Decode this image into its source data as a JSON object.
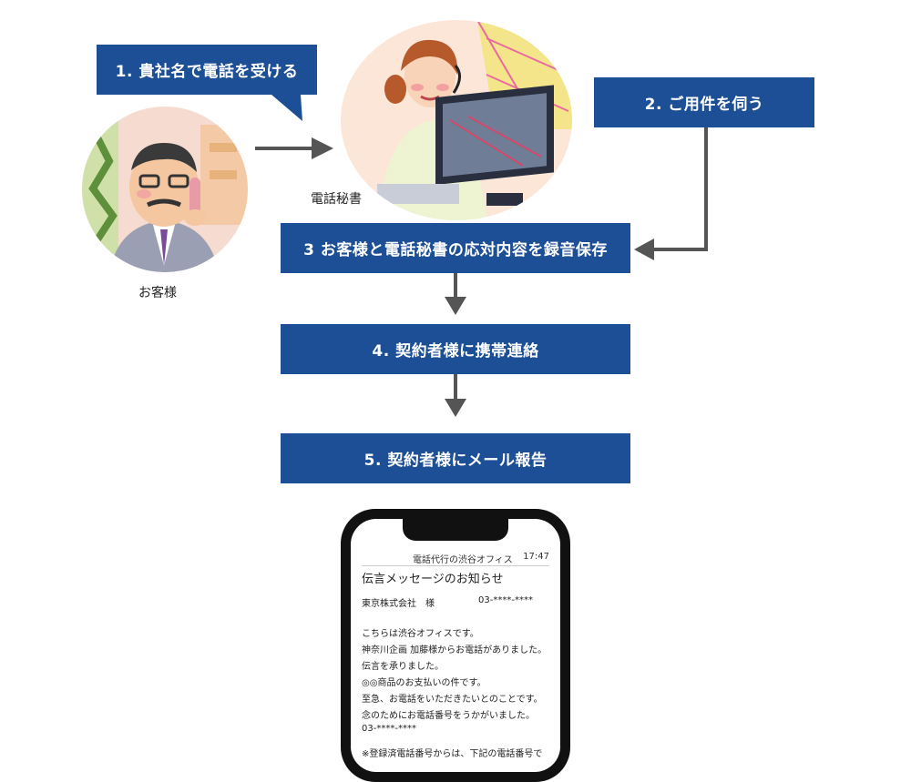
{
  "steps": {
    "step1": "1. 貴社名で電話を受ける",
    "step2": "2. ご用件を伺う",
    "step3": "3 お客様と電話秘書の応対内容を録音保存",
    "step4": "4. 契約者様に携帯連絡",
    "step5": "5. 契約者様にメール報告"
  },
  "labels": {
    "secretary": "電話秘書",
    "customer": "お客様"
  },
  "phone": {
    "sender": "電話代行の渋谷オフィス",
    "time": "17:47",
    "title": "伝言メッセージのお知らせ",
    "recipient": "東京株式会社　様",
    "recipient_phone": "03-****-****",
    "lines": [
      "こちらは渋谷オフィスです。",
      "神奈川企画 加藤様からお電話がありました。",
      "伝言を承りました。",
      "◎◎商品のお支払いの件です。",
      "至急、お電話をいただきたいとのことです。",
      "念のためにお電話番号をうかがいました。",
      "03-****-****",
      "※登録済電話番号からは、下記の電話番号で"
    ]
  },
  "colors": {
    "box": "#1c4f95",
    "arrow": "#555555"
  }
}
